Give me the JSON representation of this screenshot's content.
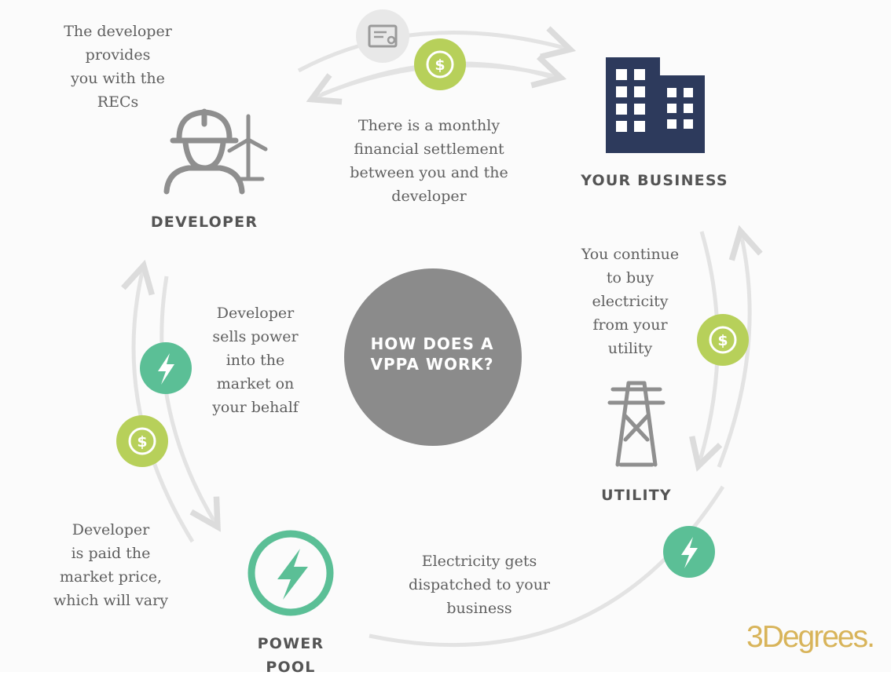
{
  "nodes": {
    "developer": {
      "label": "DEVELOPER"
    },
    "business": {
      "label": "YOUR BUSINESS"
    },
    "utility": {
      "label": "UTILITY"
    },
    "power_pool": {
      "label_lines": [
        "POWER",
        "POOL"
      ]
    }
  },
  "center": {
    "title_lines": [
      "HOW DOES A",
      "VPPA WORK?"
    ]
  },
  "annotations": {
    "recs": [
      "The developer",
      "provides",
      "you with the",
      "RECs"
    ],
    "settlement": [
      "There is a monthly",
      "financial settlement",
      "between you and the",
      "developer"
    ],
    "buy_electricity": [
      "You continue",
      "to buy",
      "electricity",
      "from your",
      "utility"
    ],
    "sells_power": [
      "Developer",
      "sells power",
      "into the",
      "market on",
      "your behalf"
    ],
    "paid_market": [
      "Developer",
      "is paid the",
      "market price,",
      "which will vary"
    ],
    "dispatched": [
      "Electricity gets",
      "dispatched to your",
      "business"
    ]
  },
  "brand": {
    "name": "3Degrees",
    "suffix": "."
  },
  "colors": {
    "green_lime": "#b7d05a",
    "green_teal": "#5bbf96",
    "gray_icon": "#8f8f8f",
    "navy": "#2d3a5c",
    "center_circle": "#8b8b8b",
    "arc": "#e3e3e3",
    "brand_gold": "#d8b45a"
  },
  "icons": {
    "certificate": "certificate-icon",
    "dollar": "dollar-icon",
    "lightning": "lightning-icon",
    "worker": "worker-icon",
    "wind_turbine": "wind-turbine-icon",
    "buildings": "buildings-icon",
    "transmission_tower": "transmission-tower-icon"
  }
}
